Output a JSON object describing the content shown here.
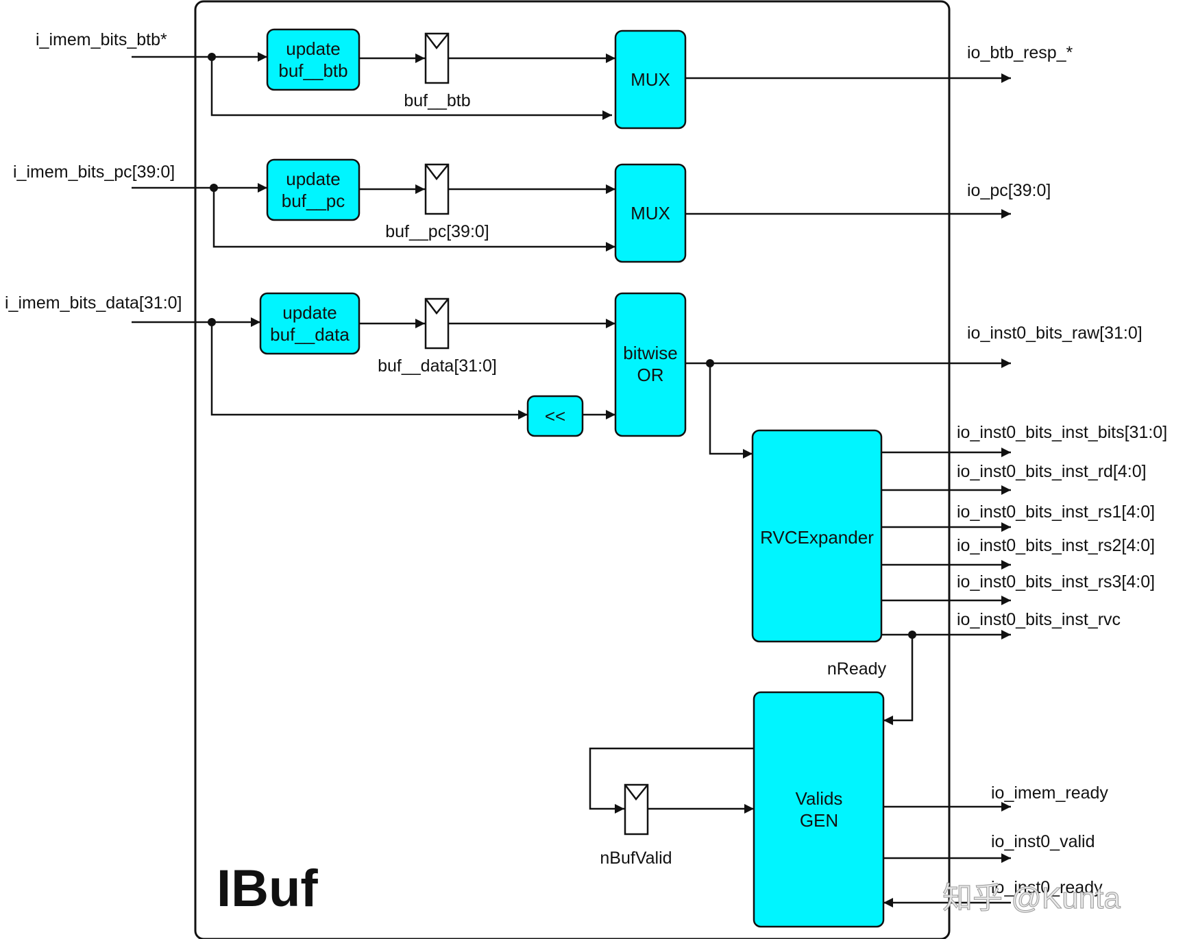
{
  "module_title": "IBuf",
  "inputs": {
    "btb": "i_imem_bits_btb*",
    "pc": "i_imem_bits_pc[39:0]",
    "data": "i_imem_bits_data[31:0]"
  },
  "blocks": {
    "update_btb": [
      "update",
      "buf__btb"
    ],
    "update_pc": [
      "update",
      "buf__pc"
    ],
    "update_data": [
      "update",
      "buf__data"
    ],
    "shift": "<<",
    "mux_btb": "MUX",
    "mux_pc": "MUX",
    "bitwise_or": [
      "bitwise",
      "OR"
    ],
    "rvc_expander": "RVCExpander",
    "valids_gen": [
      "Valids",
      "GEN"
    ]
  },
  "registers": {
    "buf_btb": "buf__btb",
    "buf_pc": "buf__pc[39:0]",
    "buf_data": "buf__data[31:0]",
    "nbufvalid": "nBufValid"
  },
  "outputs": {
    "btb_resp": "io_btb_resp_*",
    "pc": "io_pc[39:0]",
    "raw": "io_inst0_bits_raw[31:0]",
    "inst_bits": "io_inst0_bits_inst_bits[31:0]",
    "inst_rd": "io_inst0_bits_inst_rd[4:0]",
    "inst_rs1": "io_inst0_bits_inst_rs1[4:0]",
    "inst_rs2": "io_inst0_bits_inst_rs2[4:0]",
    "inst_rs3": "io_inst0_bits_inst_rs3[4:0]",
    "inst_rvc": "io_inst0_bits_inst_rvc",
    "imem_ready": "io_imem_ready",
    "inst0_valid": "io_inst0_valid",
    "inst0_ready": "io_inst0_ready"
  },
  "signals": {
    "nready": "nReady"
  },
  "watermark": "知乎 @Kunta",
  "colors": {
    "block_fill": "#00f5ff",
    "line": "#111111"
  }
}
